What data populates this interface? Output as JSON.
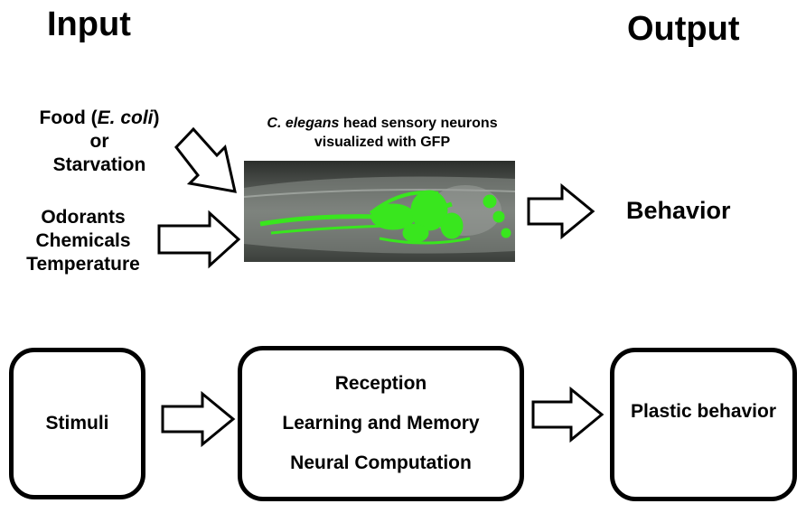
{
  "headings": {
    "input": "Input",
    "output": "Output"
  },
  "inputs": {
    "food_prefix": "Food (",
    "food_species": "E. coli",
    "food_suffix": ")",
    "or": "or",
    "starvation": "Starvation",
    "odorants": "Odorants",
    "chemicals": "Chemicals",
    "temperature": "Temperature"
  },
  "micrograph": {
    "caption_species": "C. elegans",
    "caption_line1_rest": " head sensory neurons",
    "caption_line2": "visualized with GFP",
    "fluorescence_color": "#39e61e"
  },
  "behavior": "Behavior",
  "flow": {
    "stimuli": "Stimuli",
    "processes": [
      "Reception",
      "Learning and Memory",
      "Neural Computation"
    ],
    "plastic_behavior": "Plastic behavior"
  }
}
